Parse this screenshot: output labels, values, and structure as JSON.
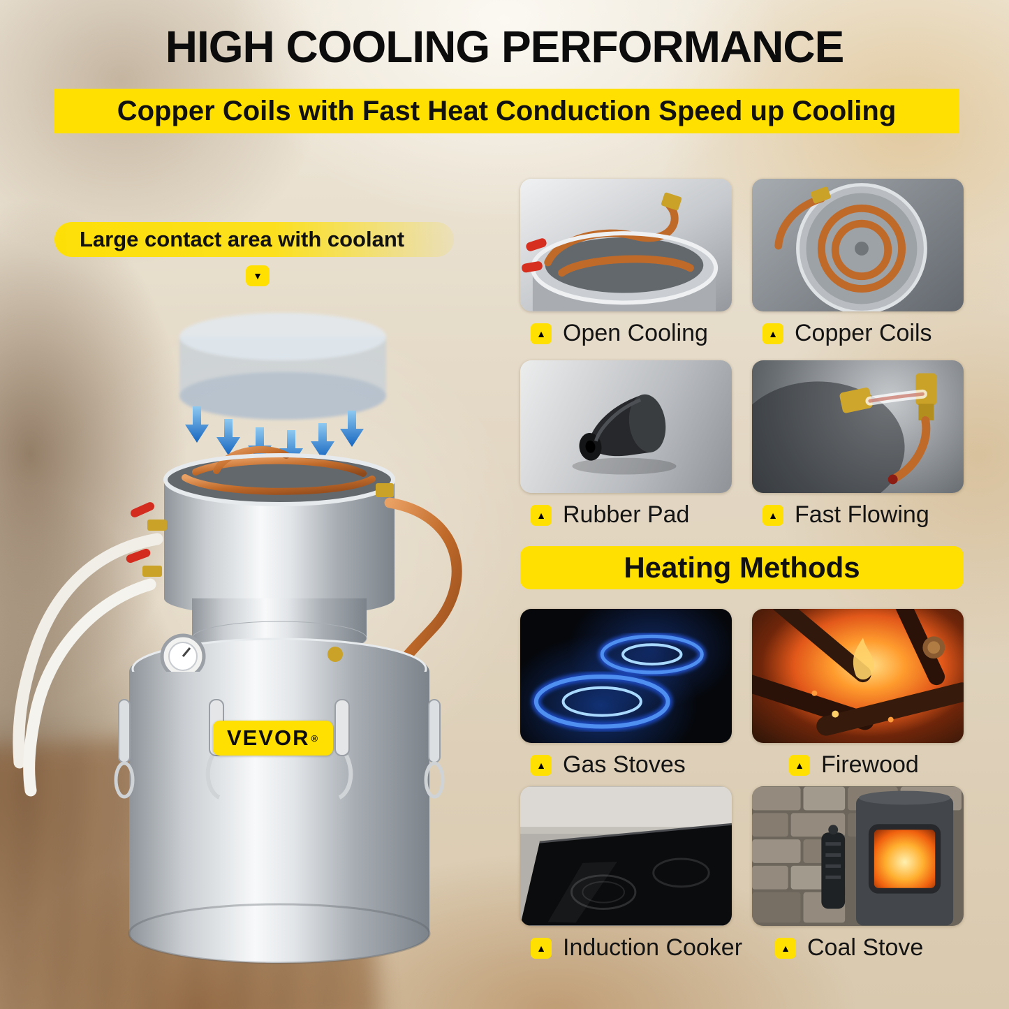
{
  "header": {
    "title": "HIGH COOLING PERFORMANCE",
    "subtitle": "Copper Coils with Fast Heat Conduction Speed up Cooling"
  },
  "callout": {
    "text": "Large contact area with coolant"
  },
  "product": {
    "brand": "VEVOR",
    "reg": "®"
  },
  "features": [
    {
      "label": "Open Cooling"
    },
    {
      "label": "Copper Coils"
    },
    {
      "label": "Rubber Pad"
    },
    {
      "label": "Fast Flowing"
    }
  ],
  "heating": {
    "title": "Heating Methods",
    "items": [
      {
        "label": "Gas Stoves"
      },
      {
        "label": "Firewood"
      },
      {
        "label": "Induction Cooker"
      },
      {
        "label": "Coal Stove"
      }
    ]
  },
  "icons": {
    "marker_up": "▲",
    "arrow_down": "▼"
  },
  "colors": {
    "accent_yellow": "#FFE000",
    "copper": "#C06A2A",
    "arrow_blue": "#1565C0",
    "text_black": "#111111"
  }
}
